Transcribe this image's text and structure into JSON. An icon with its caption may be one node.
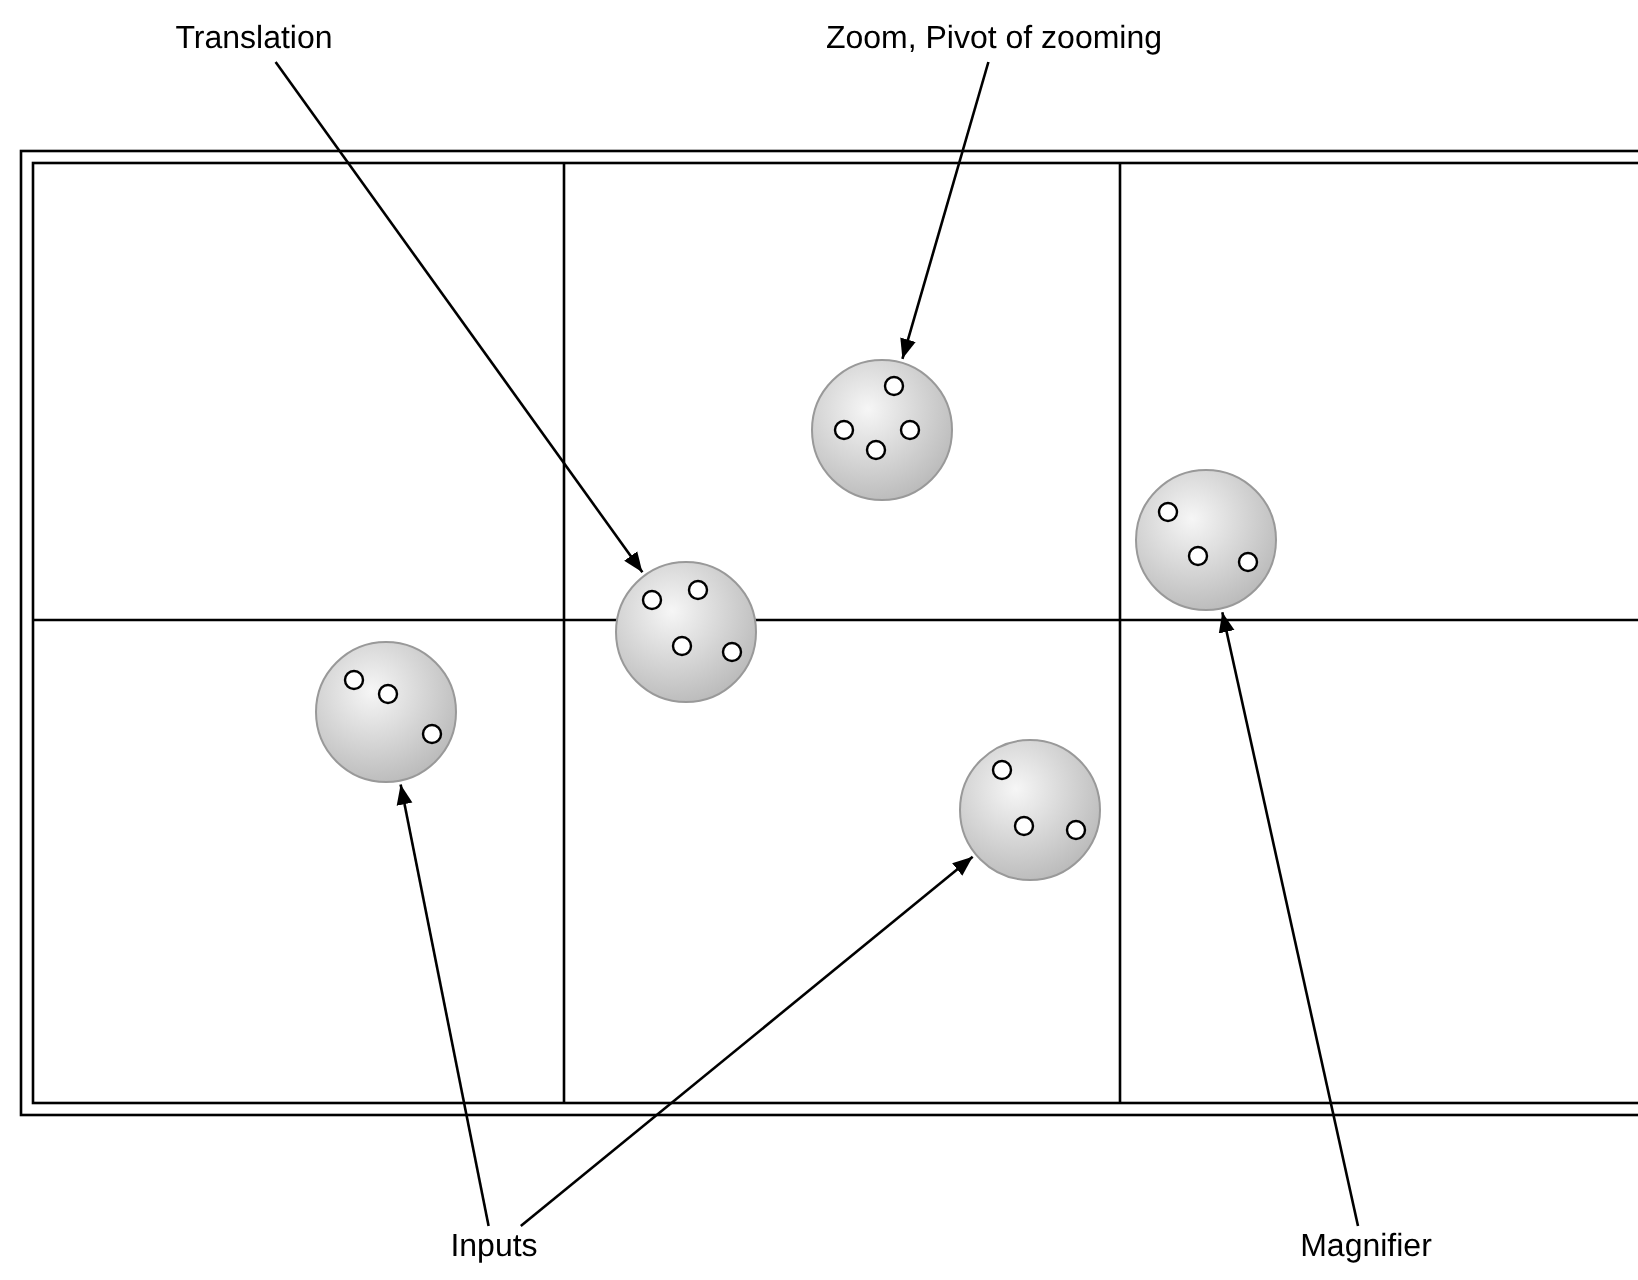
{
  "diagram": {
    "nodes": [
      {
        "text": [
          "Translation"
        ]
      },
      {
        "text": [
          "Zoom, Pivot of zooming"
        ]
      },
      {
        "text": [],
        "shape": "circle"
      },
      {
        "text": [],
        "shape": "circle"
      },
      {
        "text": [],
        "shape": "circle"
      },
      {
        "text": [],
        "shape": "circle"
      },
      {
        "text": [],
        "shape": "circle"
      },
      {
        "text": [
          "Inputs"
        ]
      },
      {
        "text": [
          "Magnifier"
        ]
      }
    ],
    "edges": [
      {
        "from": 0,
        "to": 4,
        "arrow": "to"
      },
      {
        "from": 1,
        "to": 2,
        "arrow": "to"
      },
      {
        "from": 7,
        "to": 5,
        "arrow": "to"
      },
      {
        "from": 7,
        "to": 6,
        "arrow": "to"
      },
      {
        "from": 8,
        "to": 3,
        "arrow": "to"
      }
    ]
  }
}
